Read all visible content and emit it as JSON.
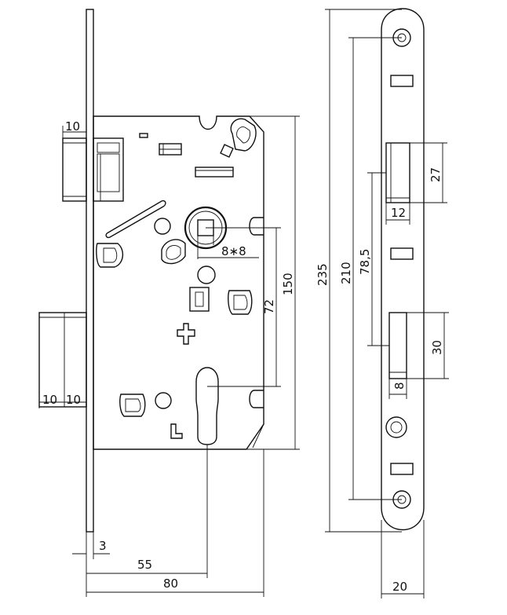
{
  "dimensions": {
    "d10_top": "10",
    "d10_bottom_a": "10",
    "d10_bottom_b": "10",
    "d3": "3",
    "d55": "55",
    "d80": "80",
    "d8x8": "8∗8",
    "d72": "72",
    "d150": "150",
    "d235": "235",
    "d210": "210",
    "d78_5": "78,5",
    "d27": "27",
    "d12": "12",
    "d30": "30",
    "d8": "8",
    "d20": "20"
  }
}
